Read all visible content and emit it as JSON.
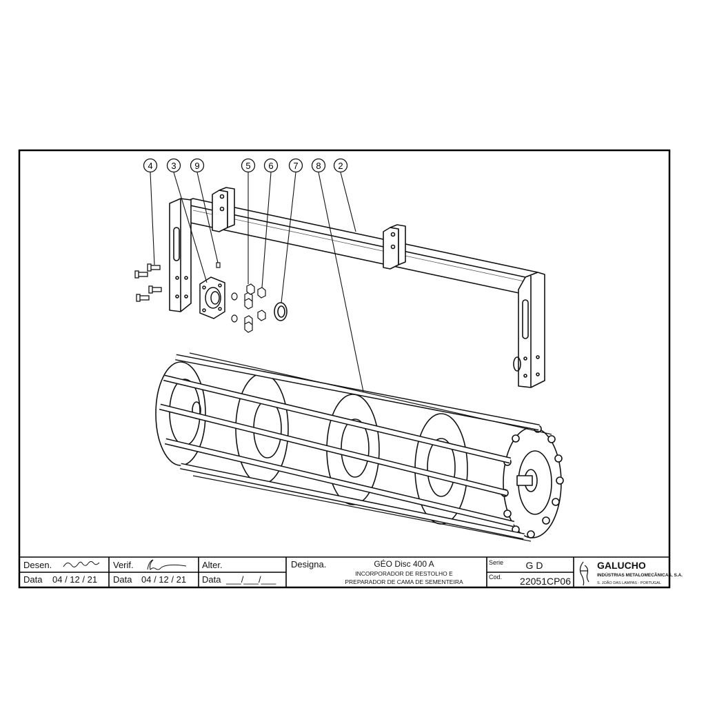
{
  "callouts": [
    {
      "id": "4",
      "label": "4"
    },
    {
      "id": "3",
      "label": "3"
    },
    {
      "id": "9",
      "label": "9"
    },
    {
      "id": "5",
      "label": "5"
    },
    {
      "id": "6",
      "label": "6"
    },
    {
      "id": "7",
      "label": "7"
    },
    {
      "id": "8",
      "label": "8"
    },
    {
      "id": "2",
      "label": "2"
    }
  ],
  "title_block": {
    "drawn_label": "Desen.",
    "checked_label": "Verif.",
    "altered_label": "Alter.",
    "date_label": "Data",
    "drawn_date": "04 / 12 / 21",
    "checked_date": "04 / 12 / 21",
    "altered_date": "___/___/___",
    "designation_label": "Designa.",
    "product": "GÉO Disc 400 A",
    "description_line1": "INCORPORADOR DE RESTOLHO E",
    "description_line2": "PREPARADOR DE CAMA DE SEMENTEIRA",
    "series_label": "Serie",
    "series": "G D",
    "code_label": "Cod.",
    "code": "22051CP06",
    "company_name": "GALUCHO",
    "company_subtitle": "INDÚSTRIAS METALOMECÂNICAS, S.A.",
    "company_location": "S. JOÃO DAS LAMPAS - PORTUGAL"
  }
}
